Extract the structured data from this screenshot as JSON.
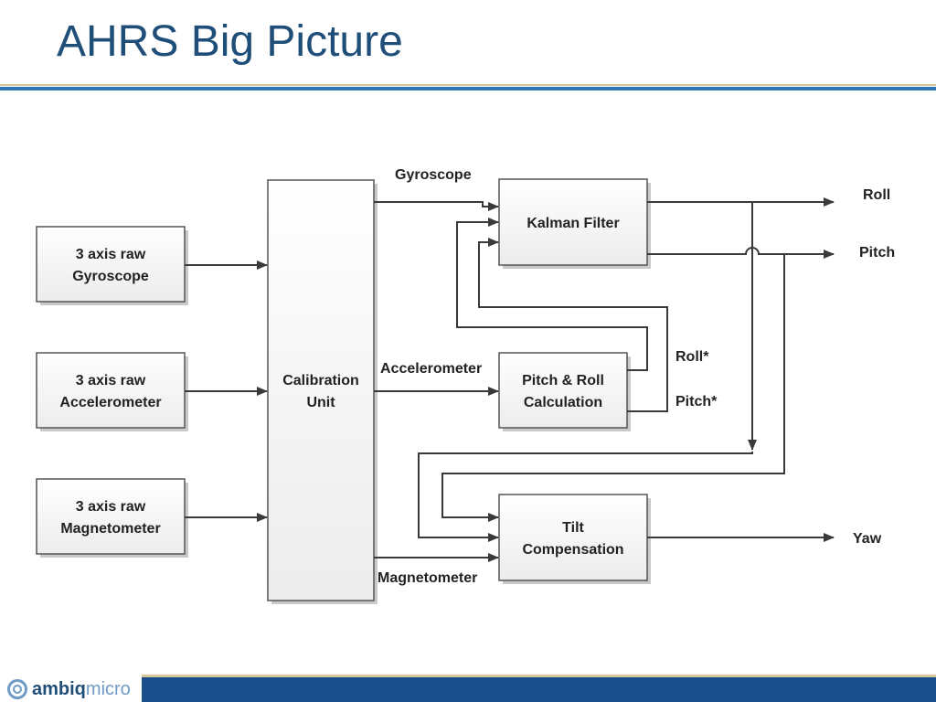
{
  "slide": {
    "title": "AHRS Big Picture",
    "logo": {
      "brand_bold": "ambiq",
      "brand_light": "micro"
    }
  },
  "diagram": {
    "boxes": {
      "gyro_raw": [
        "3 axis raw",
        "Gyroscope"
      ],
      "accel_raw": [
        "3 axis raw",
        "Accelerometer"
      ],
      "mag_raw": [
        "3 axis raw",
        "Magnetometer"
      ],
      "calibration": [
        "Calibration",
        "Unit"
      ],
      "kalman": [
        "Kalman Filter"
      ],
      "pitch_roll_calc": [
        "Pitch & Roll",
        "Calculation"
      ],
      "tilt": [
        "Tilt",
        "Compensation"
      ]
    },
    "signals": {
      "gyroscope": "Gyroscope",
      "accelerometer": "Accelerometer",
      "magnetometer": "Magnetometer",
      "roll_star": "Roll*",
      "pitch_star": "Pitch*"
    },
    "outputs": {
      "roll": "Roll",
      "pitch": "Pitch",
      "yaw": "Yaw"
    }
  }
}
